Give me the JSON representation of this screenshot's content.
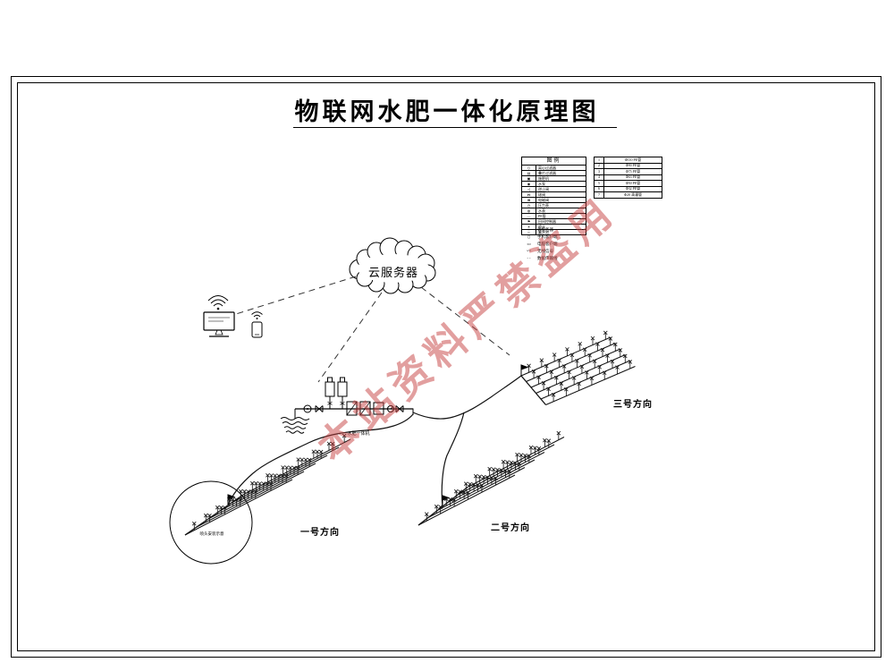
{
  "title": "物联网水肥一体化原理图",
  "watermark": "本站资料严禁盗用",
  "cloud_label": "云服务器",
  "station_label": "水肥一体机",
  "detail_note": "喷头安装示意",
  "legend": {
    "header": "图例",
    "items": [
      {
        "sym": "◇",
        "label": "离心过滤器"
      },
      {
        "sym": "▤",
        "label": "叠片过滤器"
      },
      {
        "sym": "▣",
        "label": "施肥机"
      },
      {
        "sym": "◉",
        "label": "水泵"
      },
      {
        "sym": "◁",
        "label": "逆止阀"
      },
      {
        "sym": "⋈",
        "label": "球阀"
      },
      {
        "sym": "⊠",
        "label": "电磁阀"
      },
      {
        "sym": "◷",
        "label": "压力表"
      },
      {
        "sym": "◍",
        "label": "水表"
      },
      {
        "sym": "—",
        "label": "PE管"
      },
      {
        "sym": "⚑",
        "label": "田间控制器"
      },
      {
        "sym": "✳",
        "label": "喷头"
      },
      {
        "sym": "≈",
        "label": "蓄水池"
      }
    ],
    "extra_items": [
      {
        "sym": "◌",
        "label": "云服务器"
      },
      {
        "sym": "▯",
        "label": "手机客户端"
      },
      {
        "sym": "▭",
        "label": "电脑客户端"
      },
      {
        "sym": "〰",
        "label": "无线信号"
      },
      {
        "sym": "- -",
        "label": "数据传输线"
      }
    ]
  },
  "spec_table": {
    "rows": [
      {
        "no": "1",
        "label": "Φ110 PE管"
      },
      {
        "no": "2",
        "label": "Φ90 PE管"
      },
      {
        "no": "3",
        "label": "Φ75 PE管"
      },
      {
        "no": "4",
        "label": "Φ63 PE管"
      },
      {
        "no": "5",
        "label": "Φ50 PE管"
      },
      {
        "no": "6",
        "label": "Φ32 PE管"
      },
      {
        "no": "7",
        "label": "Φ20 滴灌管"
      }
    ]
  },
  "fields": [
    {
      "label": "一号方向"
    },
    {
      "label": "二号方向"
    },
    {
      "label": "三号方向"
    }
  ]
}
